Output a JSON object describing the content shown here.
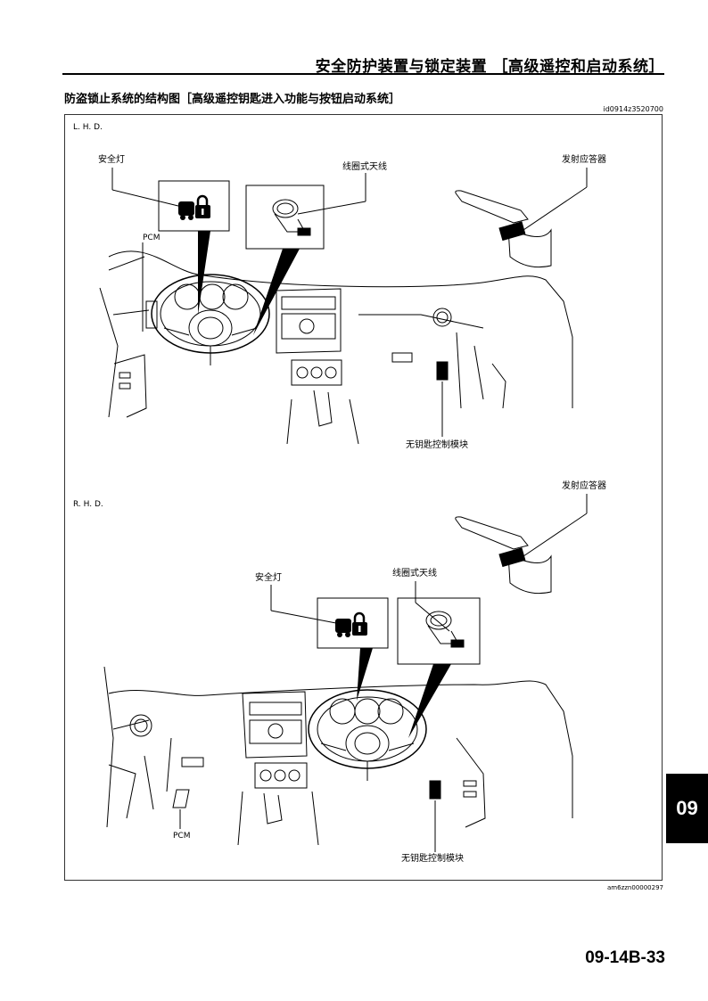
{
  "header": {
    "title": "安全防护装置与锁定装置 ［高级遥控和启动系统］"
  },
  "section": {
    "title": "防盗锁止系统的结构图［高级遥控钥匙进入功能与按钮启动系统］"
  },
  "figure": {
    "ref_top": "id0914z3520700",
    "ref_bottom": "am6zzn00000297",
    "lhd": {
      "label": "L. H. D.",
      "security_light": "安全灯",
      "coil_antenna": "线圈式天线",
      "transponder": "发射应答器",
      "pcm": "PCM",
      "keyless_module": "无钥匙控制模块"
    },
    "rhd": {
      "label": "R. H. D.",
      "security_light": "安全灯",
      "coil_antenna": "线圈式天线",
      "transponder": "发射应答器",
      "pcm": "PCM",
      "keyless_module": "无钥匙控制模块"
    }
  },
  "tab": {
    "label": "09"
  },
  "footer": {
    "page_number": "09-14B-33"
  }
}
